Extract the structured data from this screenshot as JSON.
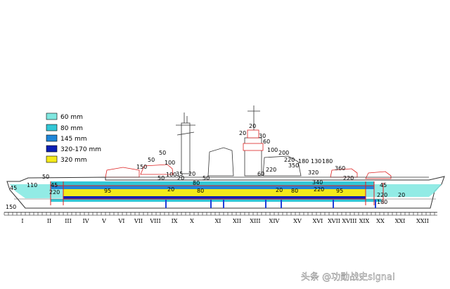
{
  "legend": [
    {
      "label": "60 mm",
      "color": "#7fe7e0"
    },
    {
      "label": "80 mm",
      "color": "#33c7d6"
    },
    {
      "label": "145 mm",
      "color": "#1f86d8"
    },
    {
      "label": "320-170 mm",
      "color": "#0b1fb5"
    },
    {
      "label": "320 mm",
      "color": "#f4ea1a"
    }
  ],
  "armor_labels": [
    {
      "text": "50",
      "name": "bow-deck-50"
    },
    {
      "text": "45",
      "name": "bow-45"
    },
    {
      "text": "110",
      "name": "bow-110"
    },
    {
      "text": "45",
      "name": "bow-belt-45"
    },
    {
      "text": "220",
      "name": "bow-belt-220"
    },
    {
      "text": "150",
      "name": "bow-150"
    },
    {
      "text": "95",
      "name": "fore-95"
    },
    {
      "text": "50",
      "name": "turret-a-top-50"
    },
    {
      "text": "50",
      "name": "turret-a-50"
    },
    {
      "text": "150",
      "name": "turret-a-150"
    },
    {
      "text": "100",
      "name": "turret-a-100"
    },
    {
      "text": "100",
      "name": "turret-a-100b"
    },
    {
      "text": "50",
      "name": "turret-a-50b"
    },
    {
      "text": "35",
      "name": "barbette-35"
    },
    {
      "text": "20",
      "name": "deck-20a"
    },
    {
      "text": "20",
      "name": "deck-20b"
    },
    {
      "text": "80",
      "name": "deck-80a"
    },
    {
      "text": "20",
      "name": "deck-20c"
    },
    {
      "text": "80",
      "name": "deck-80b"
    },
    {
      "text": "50",
      "name": "deck-50"
    },
    {
      "text": "20",
      "name": "director-20"
    },
    {
      "text": "20",
      "name": "director-20b"
    },
    {
      "text": "30",
      "name": "director-30"
    },
    {
      "text": "60",
      "name": "director-60"
    },
    {
      "text": "100",
      "name": "tower-100"
    },
    {
      "text": "200",
      "name": "tower-200"
    },
    {
      "text": "220",
      "name": "tower-220"
    },
    {
      "text": "350",
      "name": "tower-350"
    },
    {
      "text": "220",
      "name": "tower-220b"
    },
    {
      "text": "60",
      "name": "tower-60"
    },
    {
      "text": "180",
      "name": "aft-180a"
    },
    {
      "text": "130",
      "name": "aft-130"
    },
    {
      "text": "180",
      "name": "aft-180b"
    },
    {
      "text": "320",
      "name": "aft-320"
    },
    {
      "text": "360",
      "name": "aft-360"
    },
    {
      "text": "220",
      "name": "aft-220"
    },
    {
      "text": "20",
      "name": "mid-20"
    },
    {
      "text": "80",
      "name": "mid-80"
    },
    {
      "text": "340",
      "name": "mid-340"
    },
    {
      "text": "220",
      "name": "mid-220"
    },
    {
      "text": "95",
      "name": "aft-95"
    },
    {
      "text": "45",
      "name": "stern-45"
    },
    {
      "text": "220",
      "name": "stern-220"
    },
    {
      "text": "180",
      "name": "stern-180"
    },
    {
      "text": "20",
      "name": "stern-20"
    }
  ],
  "sections": [
    "I",
    "II",
    "III",
    "IV",
    "V",
    "VI",
    "VII",
    "VIII",
    "IX",
    "X",
    "XI",
    "XII",
    "XIII",
    "XIV",
    "XV",
    "XVI",
    "XVII",
    "XVIII",
    "XIX",
    "XX",
    "XXI",
    "XXII"
  ],
  "watermark": "头条 @功勋战史signal"
}
